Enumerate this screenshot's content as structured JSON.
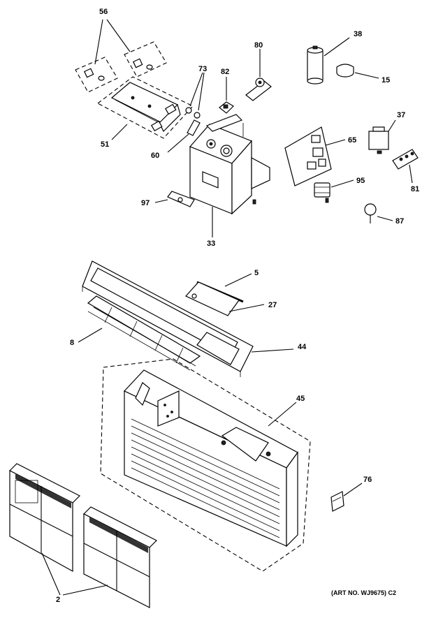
{
  "labels": {
    "p56": "56",
    "p51": "51",
    "p73": "73",
    "p82": "82",
    "p80": "80",
    "p60": "60",
    "p97": "97",
    "p33": "33",
    "p38": "38",
    "p15": "15",
    "p37": "37",
    "p65": "65",
    "p95": "95",
    "p81": "81",
    "p87": "87",
    "p5": "5",
    "p27": "27",
    "p8": "8",
    "p44": "44",
    "p45": "45",
    "p76": "76",
    "p2": "2"
  },
  "art_number": "(ART NO. WJ9675) C2"
}
